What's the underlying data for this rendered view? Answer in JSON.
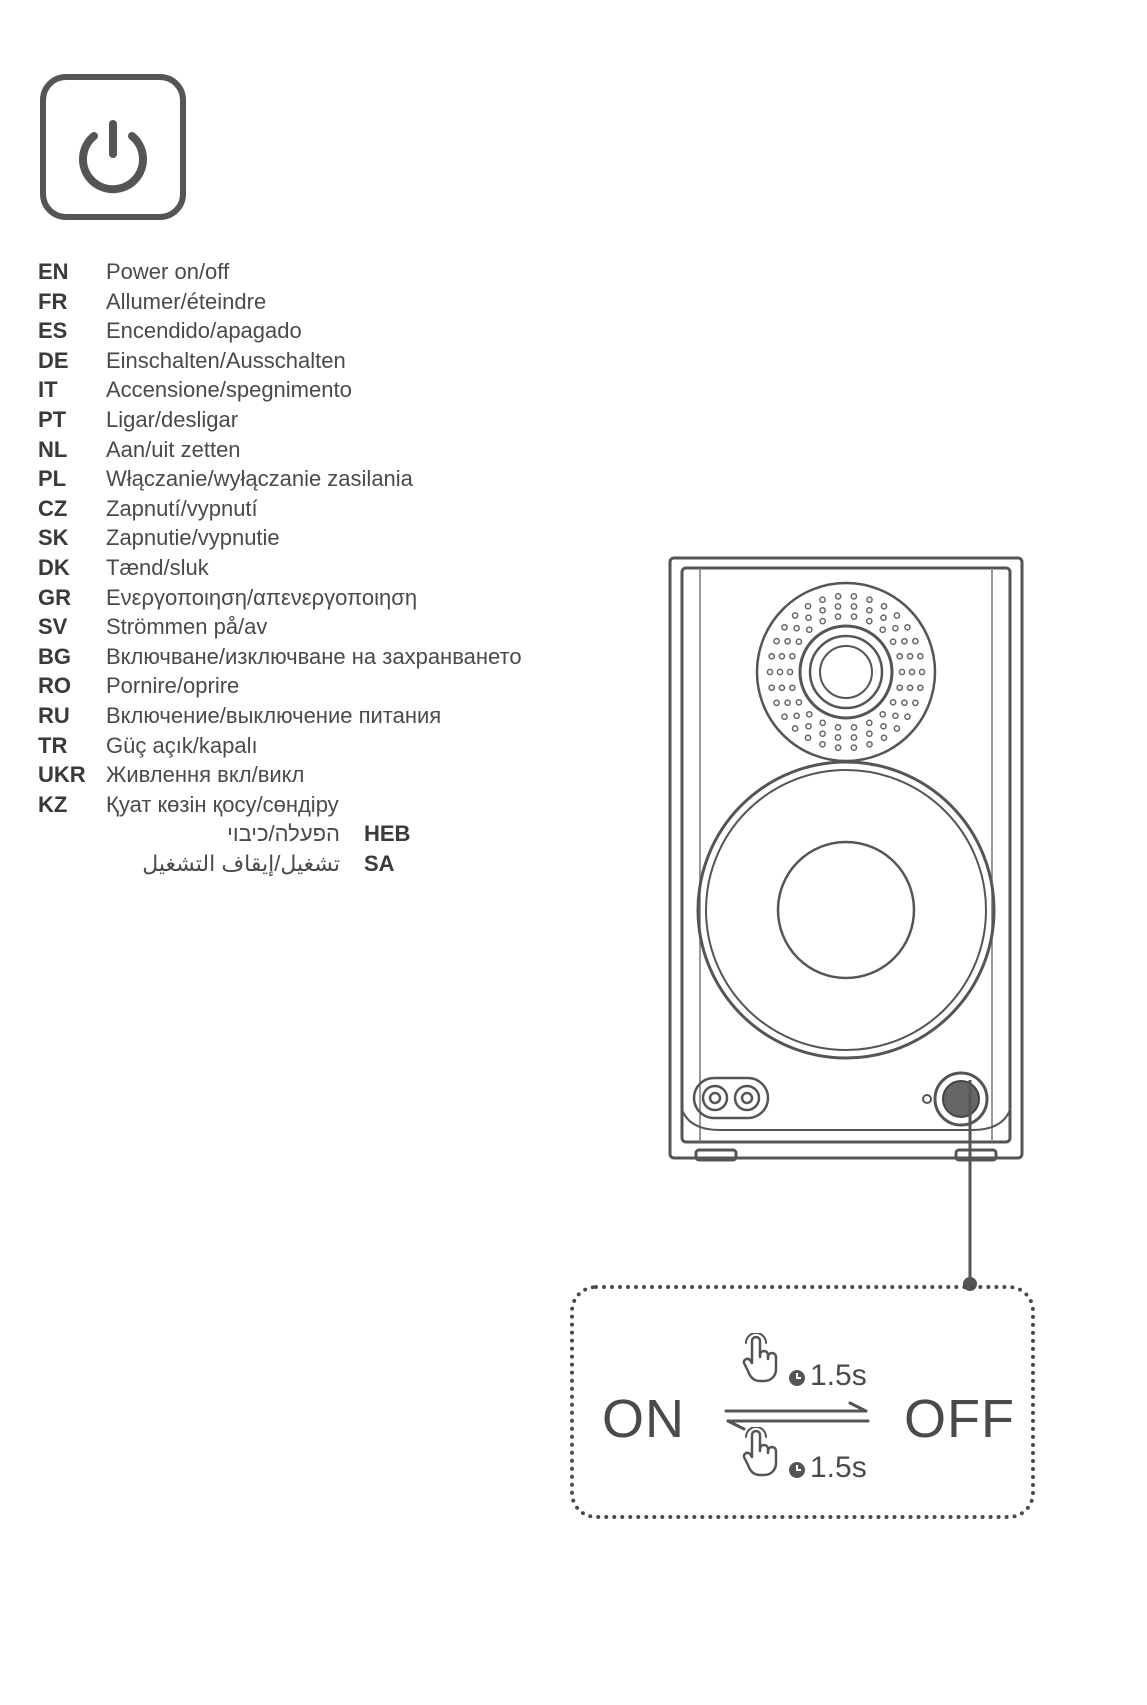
{
  "power_icon": "power-icon",
  "languages": [
    {
      "code": "EN",
      "text": "Power on/off"
    },
    {
      "code": "FR",
      "text": "Allumer/éteindre"
    },
    {
      "code": "ES",
      "text": "Encendido/apagado"
    },
    {
      "code": "DE",
      "text": "Einschalten/Ausschalten"
    },
    {
      "code": "IT",
      "text": "Accensione/spegnimento"
    },
    {
      "code": "PT",
      "text": "Ligar/desligar"
    },
    {
      "code": "NL",
      "text": "Aan/uit zetten"
    },
    {
      "code": "PL",
      "text": "Włączanie/wyłączanie zasilania"
    },
    {
      "code": "CZ",
      "text": "Zapnutí/vypnutí"
    },
    {
      "code": "SK",
      "text": "Zapnutie/vypnutie"
    },
    {
      "code": "DK",
      "text": "Tænd/sluk"
    },
    {
      "code": "GR",
      "text": "Ενεργοποιηση/απενεργοποιηση"
    },
    {
      "code": "SV",
      "text": "Strömmen på/av"
    },
    {
      "code": "BG",
      "text": "Включване/изключване на захранването"
    },
    {
      "code": "RO",
      "text": "Pornire/oprire"
    },
    {
      "code": "RU",
      "text": "Включение/выключение питания"
    },
    {
      "code": "TR",
      "text": "Güç açık/kapalı"
    },
    {
      "code": "UKR",
      "text": "Живлення вкл/викл"
    },
    {
      "code": "KZ",
      "text": "Қуат көзін қосу/сөндіру"
    }
  ],
  "rtl_languages": [
    {
      "code": "HEB",
      "text": "הפעלה/כיבוי"
    },
    {
      "code": "SA",
      "text": "تشغيل/إيقاف التشغيل"
    }
  ],
  "callout": {
    "on_label": "ON",
    "off_label": "OFF",
    "hold_top": "1.5s",
    "hold_bottom": "1.5s",
    "icons": [
      "finger-press-icon",
      "clock-icon",
      "switch-arrows-icon"
    ]
  }
}
